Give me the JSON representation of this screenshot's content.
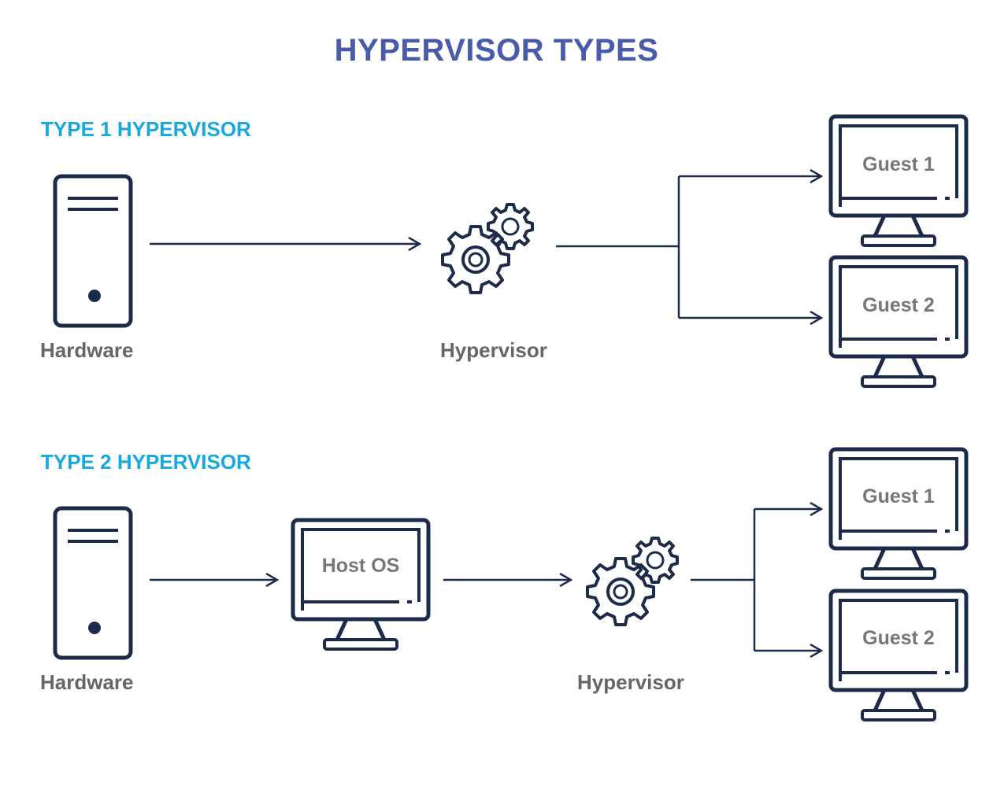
{
  "title": "HYPERVISOR TYPES",
  "colors": {
    "title": "#4a5bab",
    "section": "#17a8e0",
    "stroke": "#1c2b4a",
    "label": "#666666"
  },
  "type1": {
    "heading": "TYPE 1 HYPERVISOR",
    "hardware_label": "Hardware",
    "hypervisor_label": "Hypervisor",
    "guests": [
      "Guest 1",
      "Guest 2"
    ]
  },
  "type2": {
    "heading": "TYPE 2 HYPERVISOR",
    "hardware_label": "Hardware",
    "host_os_label": "Host OS",
    "hypervisor_label": "Hypervisor",
    "guests": [
      "Guest 1",
      "Guest 2"
    ]
  }
}
